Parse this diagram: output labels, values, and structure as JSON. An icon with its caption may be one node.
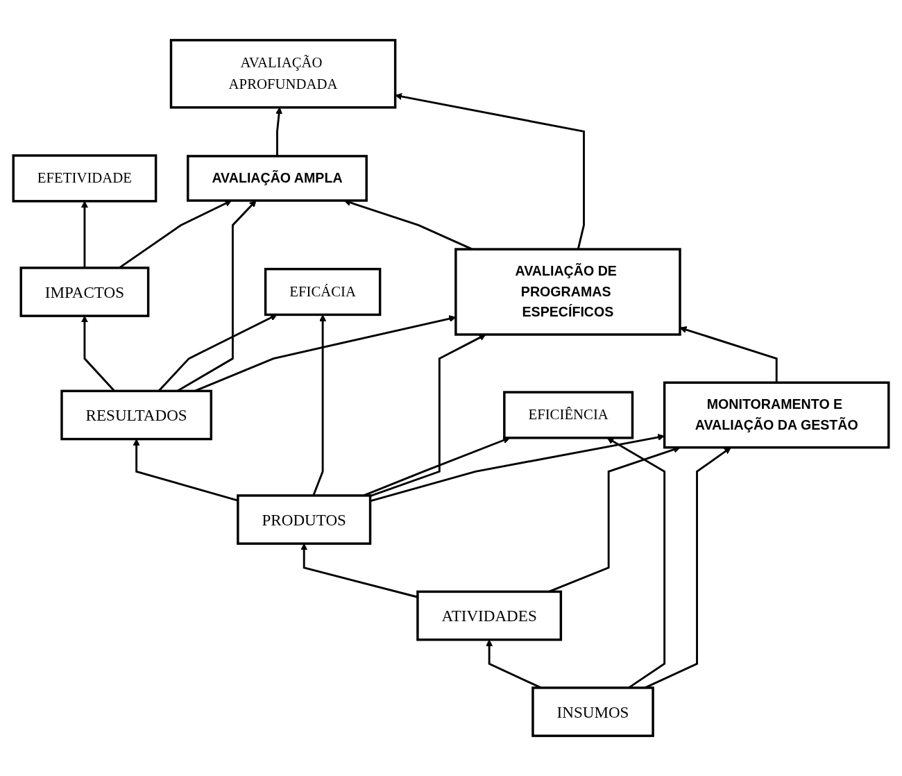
{
  "diagram": {
    "nodes": [
      {
        "text": [
          "EFETIVIDADE"
        ]
      },
      {
        "text": [
          "IMPACTOS"
        ]
      },
      {
        "text": [
          "EFICÁCIA"
        ]
      },
      {
        "text": [
          "RESULTADOS"
        ]
      },
      {
        "text": [
          "PRODUTOS"
        ]
      },
      {
        "text": [
          "EFICIÊNCIA"
        ]
      },
      {
        "text": [
          "ATIVIDADES"
        ]
      },
      {
        "text": [
          "INSUMOS"
        ]
      },
      {
        "text": [
          "AVALIAÇÃO AMPLA"
        ]
      },
      {
        "text": [
          "AVALIAÇÃO DE PROGRAMAS ESPECÍFICOS"
        ]
      },
      {
        "text": [
          "MONITORAMENTO E AVALIAÇÃO DA GESTÃO"
        ]
      },
      {
        "text": [
          "AVALIAÇÃO APROFUNDADA"
        ]
      }
    ],
    "edges": [
      {
        "from": 1,
        "to": 0,
        "arrow": "to"
      },
      {
        "from": 3,
        "to": 1,
        "arrow": "to"
      },
      {
        "from": 4,
        "to": 3,
        "arrow": "to"
      },
      {
        "from": 6,
        "to": 4,
        "arrow": "to"
      },
      {
        "from": 7,
        "to": 6,
        "arrow": "to"
      },
      {
        "from": 3,
        "to": 2,
        "arrow": "to"
      },
      {
        "from": 4,
        "to": 2,
        "arrow": "to"
      },
      {
        "from": 4,
        "to": 5,
        "arrow": "to"
      },
      {
        "from": 7,
        "to": 5,
        "arrow": "to"
      },
      {
        "from": 1,
        "to": 8,
        "arrow": "to"
      },
      {
        "from": 3,
        "to": 8,
        "arrow": "to"
      },
      {
        "from": 3,
        "to": 9,
        "arrow": "to"
      },
      {
        "from": 4,
        "to": 9,
        "arrow": "to"
      },
      {
        "from": 4,
        "to": 10,
        "arrow": "to"
      },
      {
        "from": 6,
        "to": 10,
        "arrow": "to"
      },
      {
        "from": 7,
        "to": 10,
        "arrow": "to"
      },
      {
        "from": 10,
        "to": 9,
        "arrow": "to"
      },
      {
        "from": 9,
        "to": 8,
        "arrow": "to"
      },
      {
        "from": 8,
        "to": 11,
        "arrow": "to"
      },
      {
        "from": 9,
        "to": 11,
        "arrow": "to"
      }
    ]
  }
}
